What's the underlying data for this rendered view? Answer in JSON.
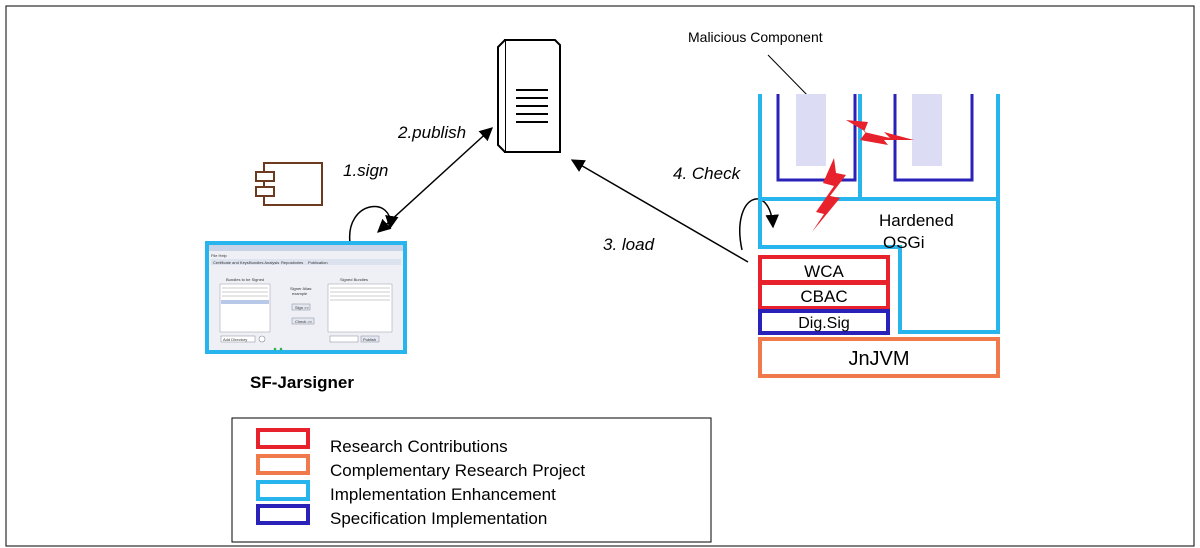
{
  "diagram": {
    "publish_label": "2.publish",
    "sign_label": "1.sign",
    "check_label": "4. Check",
    "load_label": "3. load",
    "malicious_label": "Malicious Component",
    "hardened_line1": "Hardened",
    "hardened_line2": "OSGi",
    "wca_label": "WCA",
    "cbac_label": "CBAC",
    "digsig_label": "Dig.Sig",
    "jnjvm_label": "JnJVM",
    "jarsigner_label": "SF-Jarsigner"
  },
  "screenshot": {
    "menu": "File  Help",
    "tabs": [
      "Certificate and Keys",
      "Bundles Analysis",
      "Repositories",
      "Publication"
    ],
    "left_title": "Bundles to be Signed",
    "right_title": "Signed Bundles",
    "center_text": "Signer Alias:",
    "center_text2": "example",
    "sign_btn": "Sign >>",
    "check_btn": "Check >>",
    "dropdown": "Add Directory",
    "publish_btn": "Publish"
  },
  "legend": {
    "items": [
      {
        "label": "Research Contributions",
        "color": "#e8222d"
      },
      {
        "label": "Complementary Research Project",
        "color": "#f07a4c"
      },
      {
        "label": "Implementation Enhancement",
        "color": "#28b4ec"
      },
      {
        "label": "Specification Implementation",
        "color": "#2a22b8"
      }
    ]
  },
  "colors": {
    "red": "#e8222d",
    "orange": "#f07a4c",
    "cyan": "#28b4ec",
    "blue": "#2a22b8",
    "component_brown": "#6b3a1f"
  }
}
